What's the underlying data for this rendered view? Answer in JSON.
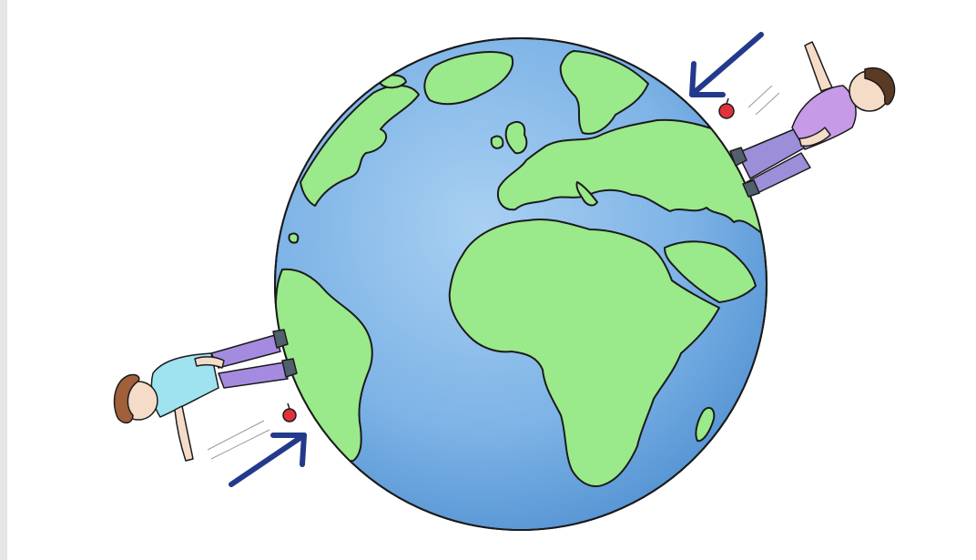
{
  "scene": {
    "subjects": [
      "globe-earth",
      "person-top-right",
      "person-bottom-left",
      "apple-top",
      "apple-bottom",
      "arrow-top",
      "arrow-bottom"
    ],
    "colors": {
      "ocean": "#7db3e6",
      "ocean_dark": "#4f8fd0",
      "land": "#9ae98a",
      "outline": "#1b1b1b",
      "arrow": "#233a8c",
      "apple": "#e0323a",
      "shirt_top": "#c79ae8",
      "pants_top": "#9c8ed8",
      "shirt_bottom": "#9fe3f0",
      "pants_bottom": "#a58be0",
      "hair_top": "#5a3a24",
      "hair_bottom": "#a0603a",
      "skin": "#f5dcc8",
      "shoe": "#52606e",
      "frame_bg": "#e6e6e6"
    }
  }
}
